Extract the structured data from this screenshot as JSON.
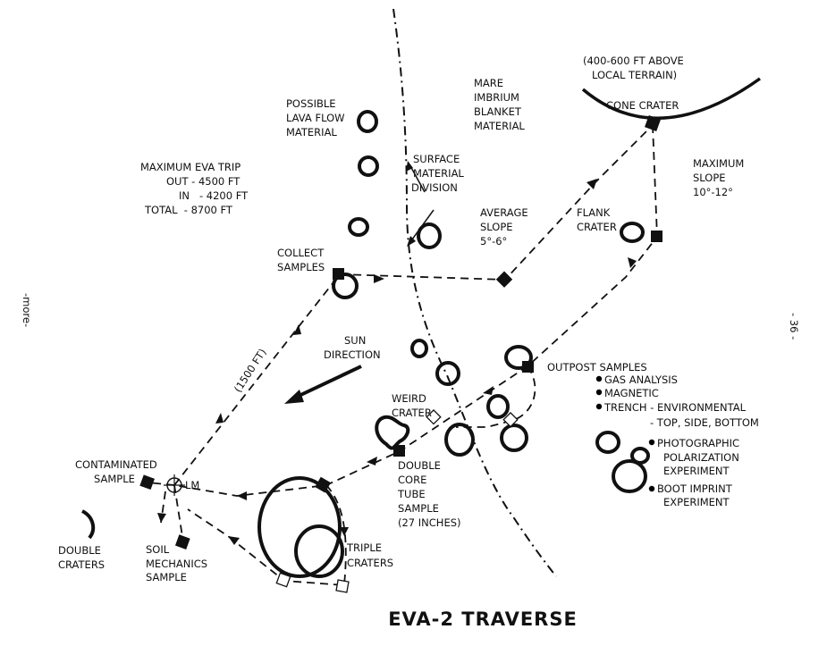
{
  "title": "EVA-2 TRAVERSE",
  "margin_left": "-more-",
  "margin_right": "- 36 -",
  "cone": {
    "lines": [
      "(400-600 FT ABOVE",
      "LOCAL TERRAIN)"
    ],
    "name": "CONE CRATER"
  },
  "mare": [
    "MARE",
    "IMBRIUM",
    "BLANKET",
    "MATERIAL"
  ],
  "lava": [
    "POSSIBLE",
    "LAVA FLOW",
    "MATERIAL"
  ],
  "eva_trip": {
    "heading": "MAXIMUM EVA TRIP",
    "out": "OUT - 4500 FT",
    "in": "IN   - 4200 FT",
    "total": "TOTAL  - 8700 FT"
  },
  "surface": [
    "SURFACE",
    "MATERIAL",
    "DIVISION"
  ],
  "avg_slope": [
    "AVERAGE",
    "SLOPE",
    "5°-6°"
  ],
  "flank": [
    "FLANK",
    "CRATER"
  ],
  "max_slope": [
    "MAXIMUM",
    "SLOPE",
    "10°-12°"
  ],
  "collect": [
    "COLLECT",
    "SAMPLES"
  ],
  "sun": [
    "SUN",
    "DIRECTION"
  ],
  "distance": "(1500 FT)",
  "outpost": {
    "heading": "OUTPOST SAMPLES",
    "items": [
      "GAS ANALYSIS",
      "MAGNETIC",
      "TRENCH - ENVIRONMENTAL"
    ],
    "trench_sub": "- TOP, SIDE, BOTTOM",
    "photo": [
      "PHOTOGRAPHIC",
      "POLARIZATION",
      "EXPERIMENT"
    ],
    "boot": [
      "BOOT IMPRINT",
      "EXPERIMENT"
    ]
  },
  "weird": [
    "WEIRD",
    "CRATER"
  ],
  "core": [
    "DOUBLE",
    "CORE",
    "TUBE",
    "SAMPLE",
    "(27 INCHES)"
  ],
  "contaminated": [
    "CONTAMINATED",
    "SAMPLE"
  ],
  "lm": "LM",
  "double_craters": [
    "DOUBLE",
    "CRATERS"
  ],
  "soil": [
    "SOIL",
    "MECHANICS",
    "SAMPLE"
  ],
  "triple": [
    "TRIPLE",
    "CRATERS"
  ]
}
